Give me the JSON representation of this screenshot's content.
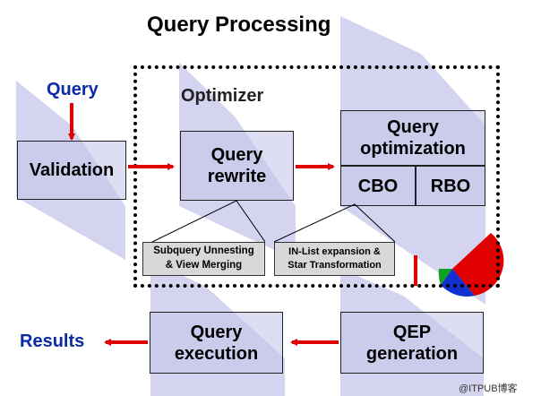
{
  "title": "Query Processing",
  "input_label": "Query",
  "optimizer_label": "Optimizer",
  "output_label": "Results",
  "boxes": {
    "validation": "Validation",
    "rewrite": "Query\nrewrite",
    "optimization": "Query\noptimization",
    "cbo": "CBO",
    "rbo": "RBO",
    "qep": "QEP\ngeneration",
    "execution": "Query\nexecution"
  },
  "notes": {
    "rewrite_note": "Subquery Unnesting\n& View Merging",
    "optimization_note": "IN-List expansion &\nStar Transformation"
  },
  "watermark": "@ITPUB博客",
  "colors": {
    "arrow": "#e00000",
    "label_blue": "#0a2aa8",
    "shape_fill": "#b8b8e6"
  }
}
